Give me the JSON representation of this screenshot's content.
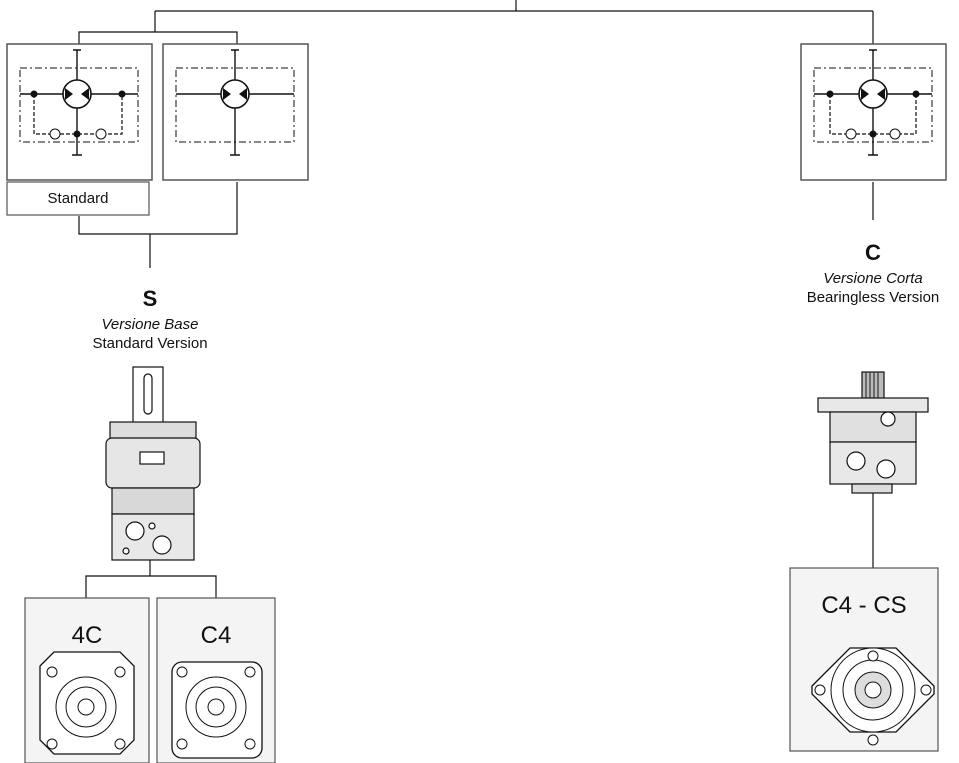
{
  "variants": {
    "standard": {
      "option_label": "Standard",
      "code": "S",
      "name_it": "Versione Base",
      "name_en": "Standard Version",
      "mounts": [
        "4C",
        "C4"
      ]
    },
    "short": {
      "code": "C",
      "name_it": "Versione Corta",
      "name_en": "Bearingless Version",
      "mounts": [
        "C4 - CS"
      ]
    }
  },
  "colors": {
    "line": "#111111",
    "panel_border": "#555555",
    "panel_fill": "#f4f4f4",
    "body_fill": "#e6e6e6"
  }
}
